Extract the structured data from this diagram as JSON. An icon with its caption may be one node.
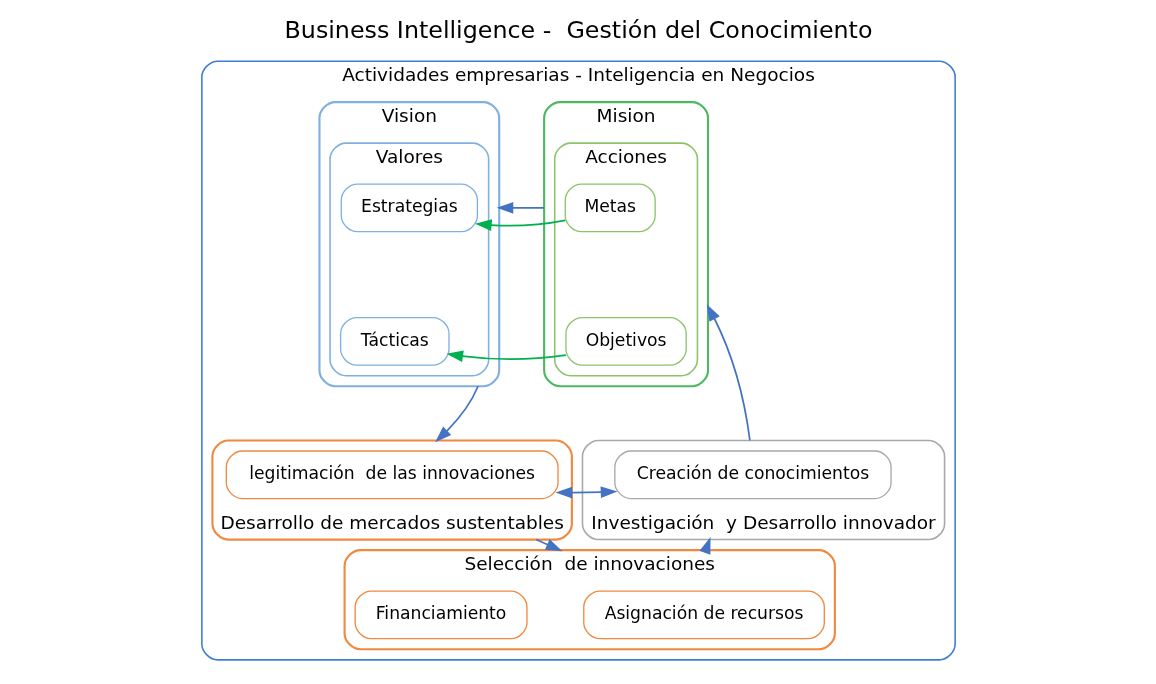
{
  "diagram": {
    "title": "Business Intelligence -  Gestión del Conocimiento",
    "nodes": [
      {
        "text": [
          "Actividades empresarias - Inteligencia en Negocios"
        ]
      },
      {
        "text": [
          "Mision"
        ],
        "in": 0
      },
      {
        "text": [
          "Acciones"
        ],
        "in": 1
      },
      {
        "text": [
          "Metas"
        ],
        "in": 2
      },
      {
        "text": [
          "Objetivos"
        ],
        "in": 2
      },
      {
        "text": [
          "Vision"
        ],
        "in": 0
      },
      {
        "text": [
          "Valores"
        ],
        "in": 5
      },
      {
        "text": [
          "Estrategias"
        ],
        "in": 6
      },
      {
        "text": [
          "Tácticas"
        ],
        "in": 6
      },
      {
        "text": [
          "Investigación  y Desarrollo innovador"
        ],
        "in": 0
      },
      {
        "text": [
          "Creación de conocimientos"
        ],
        "in": 9
      },
      {
        "text": [
          "Desarrollo de mercados sustentables"
        ],
        "in": 0
      },
      {
        "text": [
          "legitimación  de las innovaciones"
        ],
        "in": 11
      },
      {
        "text": [
          "Selección  de innovaciones"
        ],
        "in": 0
      },
      {
        "text": [
          "Asignación de recursos"
        ],
        "in": 13
      },
      {
        "text": [
          "Financiamiento"
        ],
        "in": 13
      }
    ],
    "edges": [
      {
        "from": 3,
        "to": 7,
        "arrow": "to",
        "color": "#00b050"
      },
      {
        "from": 4,
        "to": 8,
        "arrow": "to",
        "color": "#00b050"
      },
      {
        "from": 1,
        "to": 5,
        "arrow": "to"
      },
      {
        "from": 5,
        "to": 11,
        "arrow": "to"
      },
      {
        "from": 10,
        "to": 12,
        "arrow": "both"
      },
      {
        "from": 11,
        "to": 13,
        "arrow": "to"
      },
      {
        "from": 13,
        "to": 9,
        "arrow": "to"
      },
      {
        "from": 9,
        "to": 1,
        "arrow": "to"
      }
    ]
  }
}
